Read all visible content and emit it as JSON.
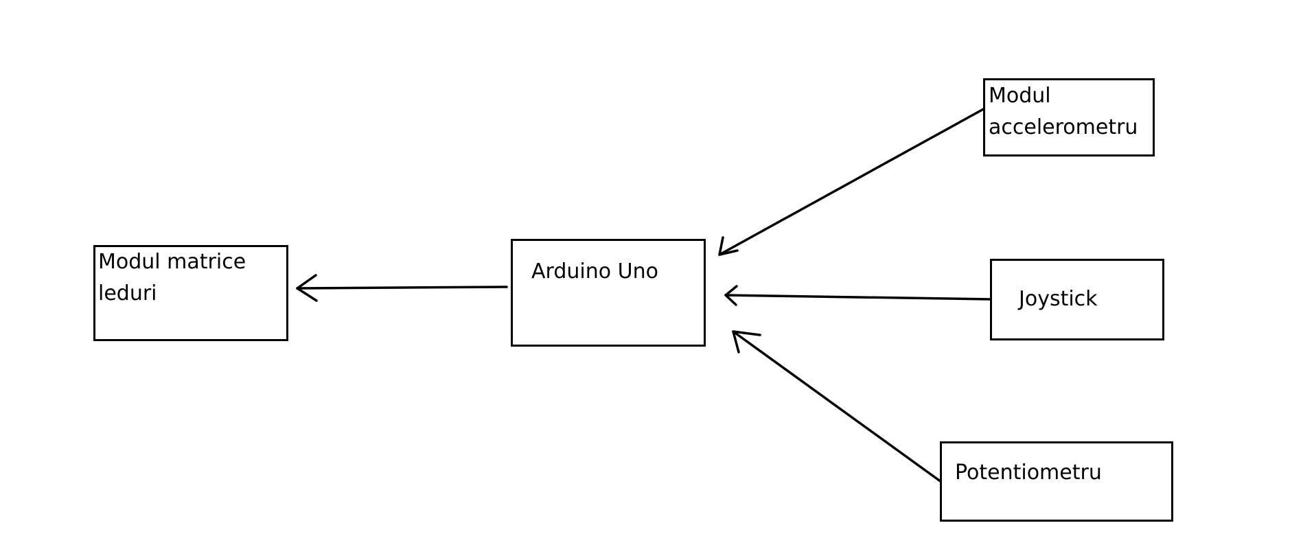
{
  "diagram": {
    "boxes": {
      "led_matrix": {
        "label": "Modul matrice\nleduri"
      },
      "arduino": {
        "label": "Arduino Uno"
      },
      "accelerometer": {
        "label": "Modul\naccelerometru"
      },
      "joystick": {
        "label": "Joystick"
      },
      "potentiometer": {
        "label": "Potentiometru"
      }
    },
    "connections": [
      {
        "from": "Arduino Uno",
        "to": "Modul matrice leduri"
      },
      {
        "from": "Modul accelerometru",
        "to": "Arduino Uno"
      },
      {
        "from": "Joystick",
        "to": "Arduino Uno"
      },
      {
        "from": "Potentiometru",
        "to": "Arduino Uno"
      }
    ],
    "colors": {
      "stroke": "#000000",
      "background": "#ffffff"
    }
  }
}
